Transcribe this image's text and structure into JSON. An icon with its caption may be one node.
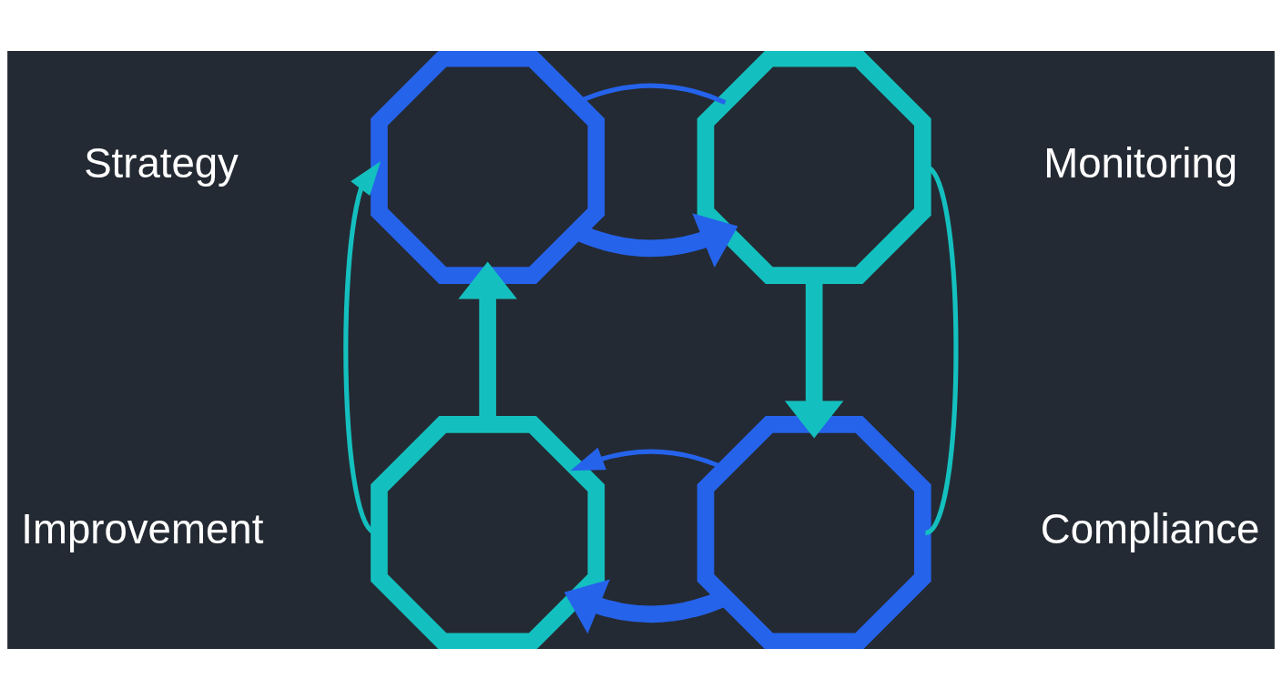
{
  "diagram": {
    "nodes": [
      {
        "text": [],
        "shape": "octagon",
        "beside": [
          "Strategy"
        ]
      },
      {
        "text": [],
        "shape": "octagon",
        "beside": [
          "Monitoring"
        ]
      },
      {
        "text": [],
        "shape": "octagon",
        "beside": [
          "Compliance"
        ]
      },
      {
        "text": [],
        "shape": "octagon",
        "beside": [
          "Improvement"
        ]
      }
    ],
    "edges": [
      {
        "from": 0,
        "to": 1,
        "arrow": "to",
        "style": "thick",
        "color": "#2563eb"
      },
      {
        "from": 1,
        "to": 2,
        "arrow": "to",
        "style": "thick",
        "color": "#14c0bf"
      },
      {
        "from": 2,
        "to": 3,
        "arrow": "to",
        "style": "thick",
        "color": "#2563eb"
      },
      {
        "from": 3,
        "to": 0,
        "arrow": "to",
        "style": "thick",
        "color": "#14c0bf"
      },
      {
        "from": 0,
        "to": 1,
        "arrow": "none",
        "color": "#2563eb"
      },
      {
        "from": 1,
        "to": 2,
        "arrow": "none",
        "color": "#14c0bf"
      },
      {
        "from": 2,
        "to": 3,
        "arrow": "to",
        "color": "#2563eb"
      },
      {
        "from": 3,
        "to": 0,
        "arrow": "to",
        "color": "#14c0bf"
      }
    ]
  }
}
